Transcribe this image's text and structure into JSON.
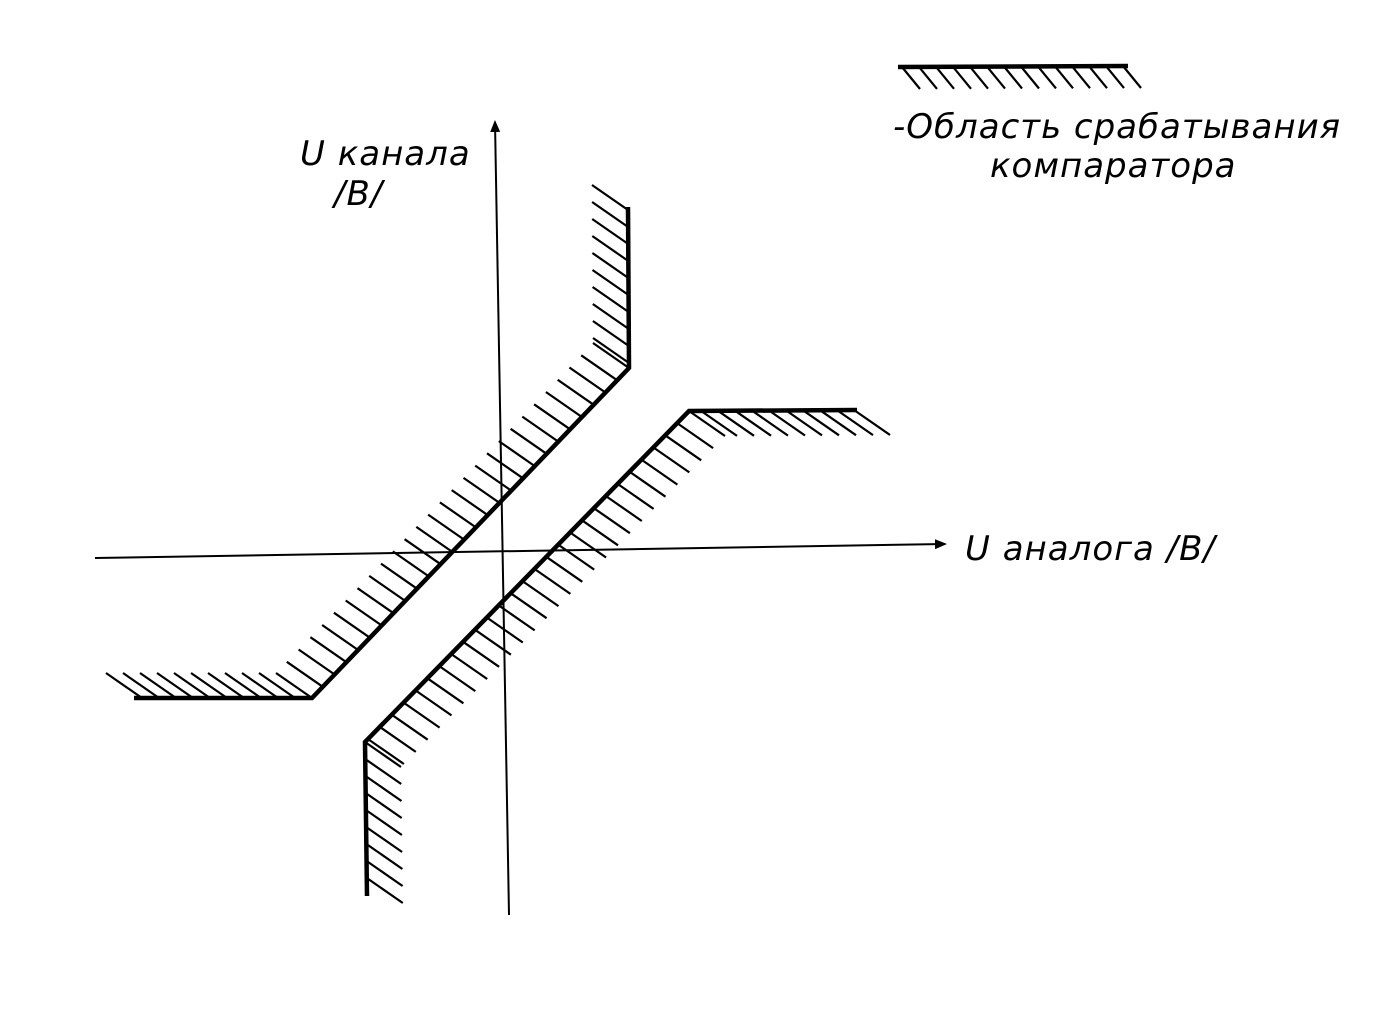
{
  "axes": {
    "y_label_line1": "U канала",
    "y_label_line2": "/B/",
    "x_label": "U аналога /B/"
  },
  "legend": {
    "line1": "-Область срабатывания",
    "line2": "компаратора"
  },
  "colors": {
    "ink": "#000000",
    "background": "#ffffff"
  }
}
